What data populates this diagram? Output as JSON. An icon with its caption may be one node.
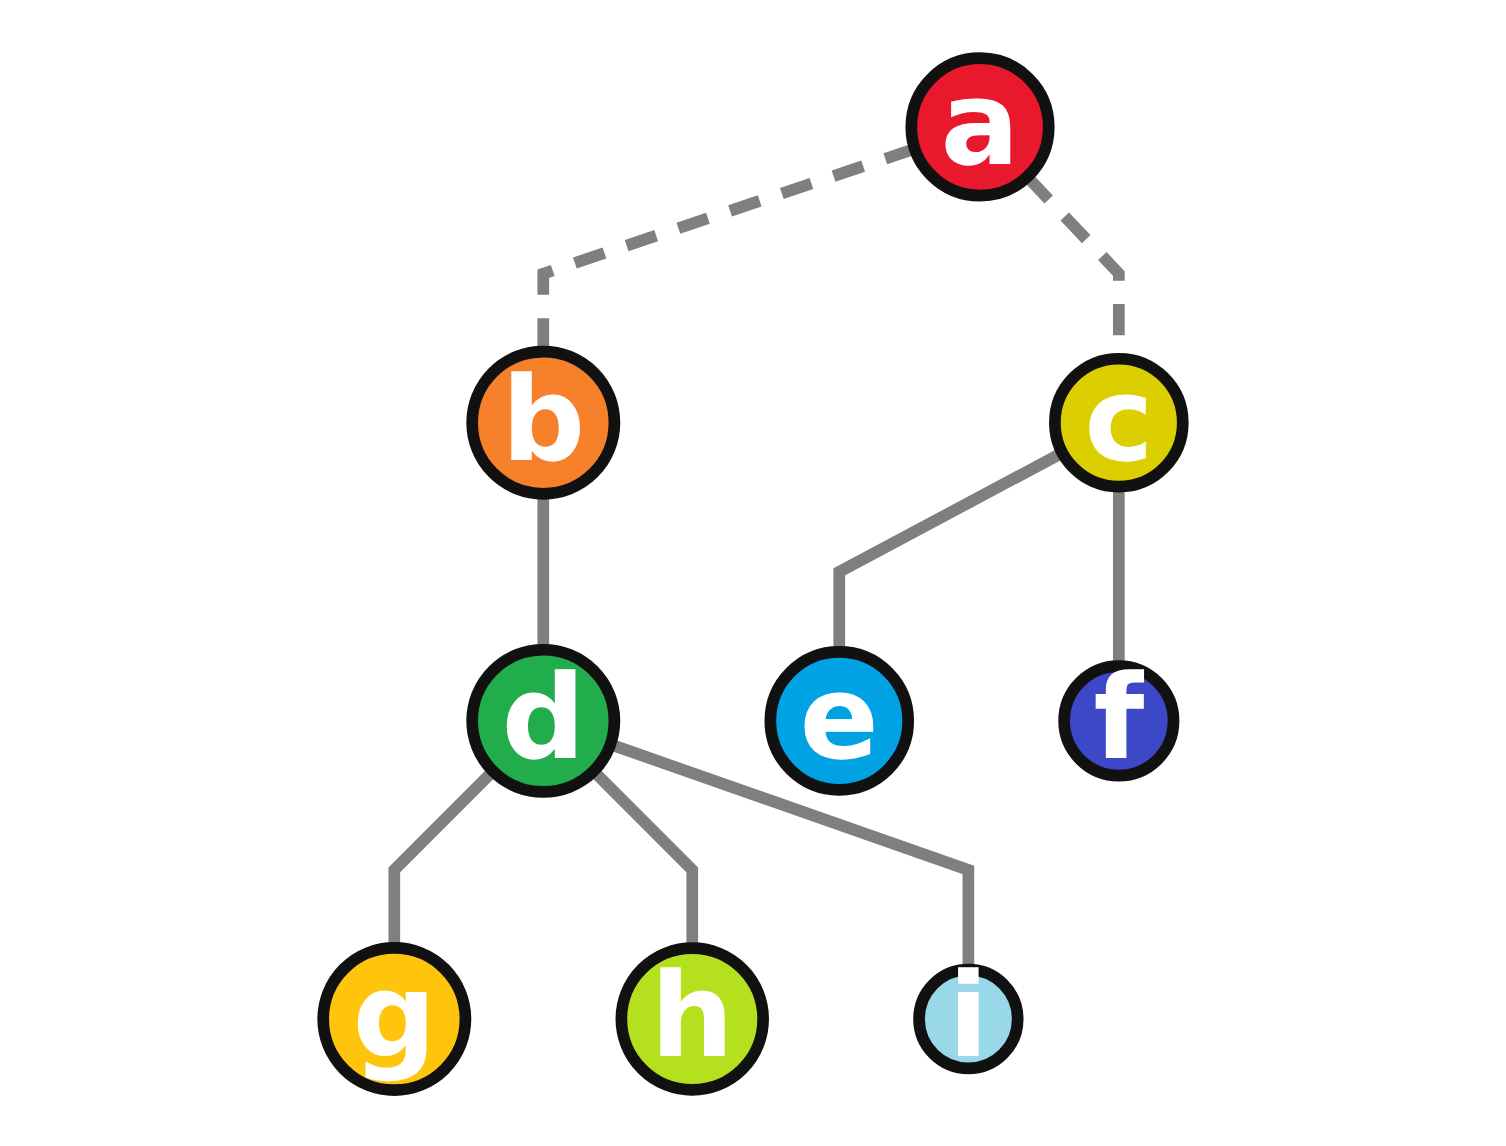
{
  "diagram": {
    "nodes": [
      {
        "text": [
          "a"
        ]
      },
      {
        "text": [
          "b"
        ]
      },
      {
        "text": [
          "c"
        ]
      },
      {
        "text": [
          "d"
        ]
      },
      {
        "text": [
          "e"
        ]
      },
      {
        "text": [
          "f"
        ]
      },
      {
        "text": [
          "g"
        ]
      },
      {
        "text": [
          "h"
        ]
      },
      {
        "text": [
          "i"
        ]
      }
    ],
    "edges": [
      {
        "from": 0,
        "to": 1,
        "arrow": "none",
        "style": "dashed"
      },
      {
        "from": 0,
        "to": 2,
        "arrow": "none",
        "style": "dashed"
      },
      {
        "from": 1,
        "to": 3,
        "arrow": "none"
      },
      {
        "from": 2,
        "to": 4,
        "arrow": "none"
      },
      {
        "from": 2,
        "to": 5,
        "arrow": "none"
      },
      {
        "from": 3,
        "to": 6,
        "arrow": "none"
      },
      {
        "from": 3,
        "to": 7,
        "arrow": "none"
      },
      {
        "from": 3,
        "to": 8,
        "arrow": "none"
      }
    ]
  }
}
